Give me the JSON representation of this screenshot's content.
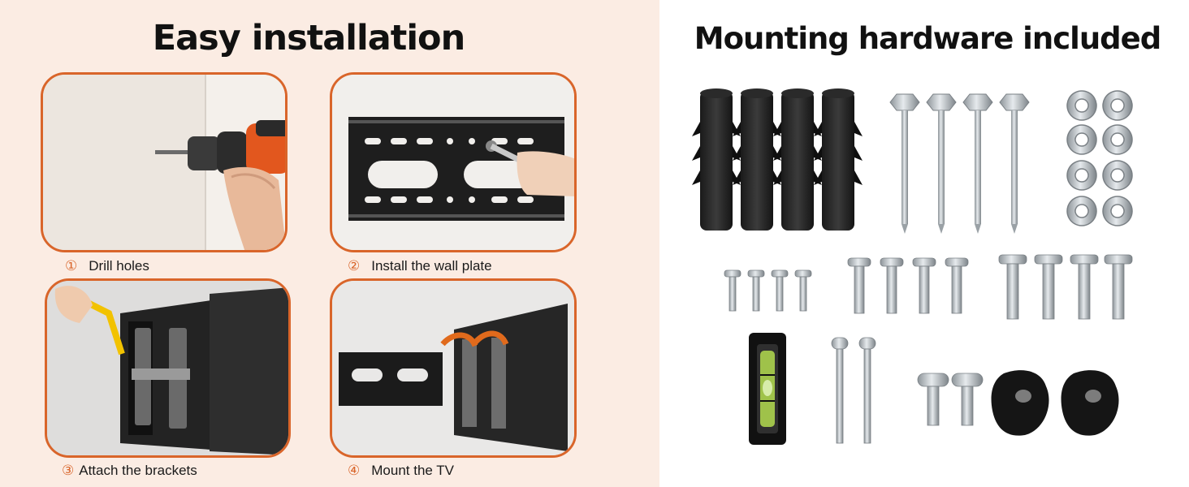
{
  "left": {
    "title": "Easy installation",
    "steps": [
      {
        "num": "①",
        "label": "Drill holes"
      },
      {
        "num": "②",
        "label": "Install the wall plate"
      },
      {
        "num": "③",
        "label": "Attach the brackets"
      },
      {
        "num": "④",
        "label": "Mount the TV"
      }
    ]
  },
  "right": {
    "title": "Mounting hardware included"
  },
  "colors": {
    "accent": "#d9652a",
    "left_background": "#fbece3"
  },
  "icons": [
    "drill-icon",
    "wall-plate-icon",
    "tv-bracket-icon",
    "wall-anchor-icon",
    "lag-screw-icon",
    "washer-icon",
    "bolt-icon",
    "bubble-level-icon",
    "knob-nut-icon"
  ]
}
